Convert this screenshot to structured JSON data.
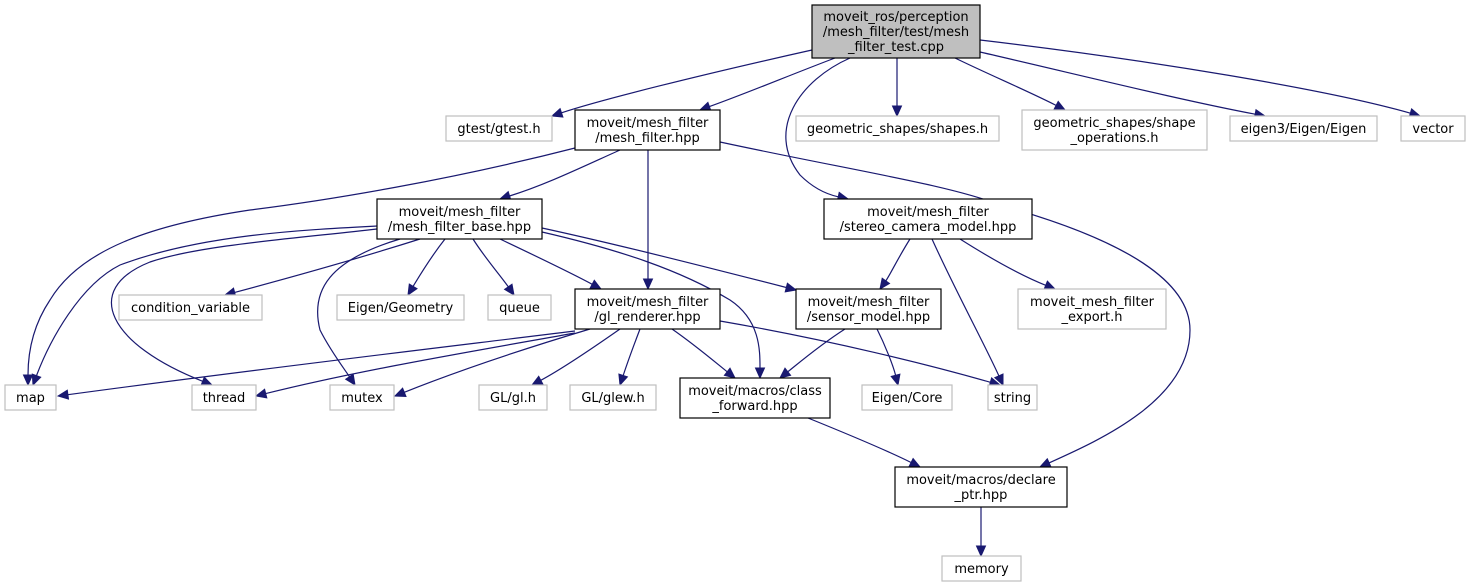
{
  "diagram": {
    "type": "include-dependency-graph",
    "colors": {
      "edge": "#191970",
      "root_fill": "#bfbfbf",
      "local_border": "#000000",
      "external_border": "#bfbfbf",
      "background": "#ffffff"
    },
    "nodes": [
      {
        "id": "root",
        "kind": "root",
        "lines": [
          "moveit_ros/perception",
          "/mesh_filter/test/mesh",
          "_filter_test.cpp"
        ]
      },
      {
        "id": "gtest",
        "kind": "external",
        "lines": [
          "gtest/gtest.h"
        ]
      },
      {
        "id": "mesh_filter",
        "kind": "local",
        "lines": [
          "moveit/mesh_filter",
          "/mesh_filter.hpp"
        ]
      },
      {
        "id": "shapes",
        "kind": "external",
        "lines": [
          "geometric_shapes/shapes.h"
        ]
      },
      {
        "id": "shape_ops",
        "kind": "external",
        "lines": [
          "geometric_shapes/shape",
          "_operations.h"
        ]
      },
      {
        "id": "eigen",
        "kind": "external",
        "lines": [
          "eigen3/Eigen/Eigen"
        ]
      },
      {
        "id": "vector",
        "kind": "external",
        "lines": [
          "vector"
        ]
      },
      {
        "id": "mesh_filter_base",
        "kind": "local",
        "lines": [
          "moveit/mesh_filter",
          "/mesh_filter_base.hpp"
        ]
      },
      {
        "id": "stereo",
        "kind": "local",
        "lines": [
          "moveit/mesh_filter",
          "/stereo_camera_model.hpp"
        ]
      },
      {
        "id": "condvar",
        "kind": "external",
        "lines": [
          "condition_variable"
        ]
      },
      {
        "id": "geometry",
        "kind": "external",
        "lines": [
          "Eigen/Geometry"
        ]
      },
      {
        "id": "queue",
        "kind": "external",
        "lines": [
          "queue"
        ]
      },
      {
        "id": "gl_renderer",
        "kind": "local",
        "lines": [
          "moveit/mesh_filter",
          "/gl_renderer.hpp"
        ]
      },
      {
        "id": "sensor_model",
        "kind": "local",
        "lines": [
          "moveit/mesh_filter",
          "/sensor_model.hpp"
        ]
      },
      {
        "id": "export",
        "kind": "external",
        "lines": [
          "moveit_mesh_filter",
          "_export.h"
        ]
      },
      {
        "id": "map",
        "kind": "external",
        "lines": [
          "map"
        ]
      },
      {
        "id": "thread",
        "kind": "external",
        "lines": [
          "thread"
        ]
      },
      {
        "id": "mutex",
        "kind": "external",
        "lines": [
          "mutex"
        ]
      },
      {
        "id": "gl",
        "kind": "external",
        "lines": [
          "GL/gl.h"
        ]
      },
      {
        "id": "glew",
        "kind": "external",
        "lines": [
          "GL/glew.h"
        ]
      },
      {
        "id": "class_forward",
        "kind": "local",
        "lines": [
          "moveit/macros/class",
          "_forward.hpp"
        ]
      },
      {
        "id": "core",
        "kind": "external",
        "lines": [
          "Eigen/Core"
        ]
      },
      {
        "id": "string",
        "kind": "external",
        "lines": [
          "string"
        ]
      },
      {
        "id": "declare_ptr",
        "kind": "local",
        "lines": [
          "moveit/macros/declare",
          "_ptr.hpp"
        ]
      },
      {
        "id": "memory",
        "kind": "external",
        "lines": [
          "memory"
        ]
      }
    ],
    "edges": [
      {
        "from": "root",
        "to": "gtest"
      },
      {
        "from": "root",
        "to": "mesh_filter"
      },
      {
        "from": "root",
        "to": "shapes"
      },
      {
        "from": "root",
        "to": "shape_ops"
      },
      {
        "from": "root",
        "to": "eigen"
      },
      {
        "from": "root",
        "to": "vector"
      },
      {
        "from": "root",
        "to": "stereo"
      },
      {
        "from": "mesh_filter",
        "to": "mesh_filter_base"
      },
      {
        "from": "mesh_filter",
        "to": "gl_renderer"
      },
      {
        "from": "mesh_filter",
        "to": "map"
      },
      {
        "from": "mesh_filter",
        "to": "declare_ptr"
      },
      {
        "from": "mesh_filter_base",
        "to": "map"
      },
      {
        "from": "mesh_filter_base",
        "to": "thread"
      },
      {
        "from": "mesh_filter_base",
        "to": "condvar"
      },
      {
        "from": "mesh_filter_base",
        "to": "mutex"
      },
      {
        "from": "mesh_filter_base",
        "to": "geometry"
      },
      {
        "from": "mesh_filter_base",
        "to": "queue"
      },
      {
        "from": "mesh_filter_base",
        "to": "gl_renderer"
      },
      {
        "from": "mesh_filter_base",
        "to": "sensor_model"
      },
      {
        "from": "mesh_filter_base",
        "to": "class_forward"
      },
      {
        "from": "stereo",
        "to": "sensor_model"
      },
      {
        "from": "stereo",
        "to": "string"
      },
      {
        "from": "stereo",
        "to": "export"
      },
      {
        "from": "gl_renderer",
        "to": "map"
      },
      {
        "from": "gl_renderer",
        "to": "thread"
      },
      {
        "from": "gl_renderer",
        "to": "mutex"
      },
      {
        "from": "gl_renderer",
        "to": "gl"
      },
      {
        "from": "gl_renderer",
        "to": "glew"
      },
      {
        "from": "gl_renderer",
        "to": "class_forward"
      },
      {
        "from": "gl_renderer",
        "to": "string"
      },
      {
        "from": "sensor_model",
        "to": "class_forward"
      },
      {
        "from": "sensor_model",
        "to": "core"
      },
      {
        "from": "class_forward",
        "to": "declare_ptr"
      },
      {
        "from": "declare_ptr",
        "to": "memory"
      }
    ]
  }
}
